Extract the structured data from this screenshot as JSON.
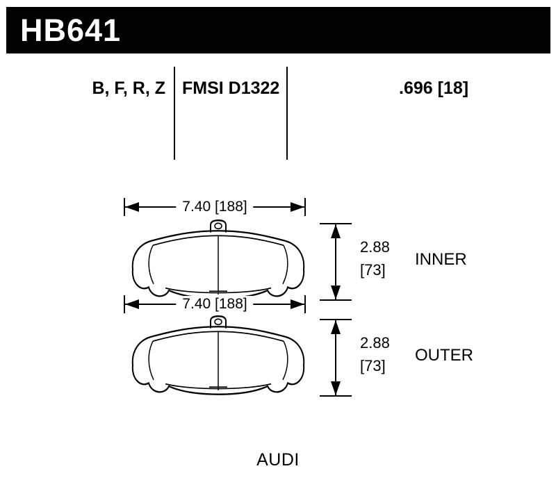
{
  "banner": {
    "part_number": "HB641"
  },
  "spec_row": {
    "compounds": "B, F, R, Z",
    "fmsi": "FMSI D1322",
    "thickness": ".696 [18]"
  },
  "pads": [
    {
      "width": "7.40 [188]",
      "height_in": "2.88",
      "height_mm": "[73]",
      "label": "INNER"
    },
    {
      "width": "7.40 [188]",
      "height_in": "2.88",
      "height_mm": "[73]",
      "label": "OUTER"
    }
  ],
  "footer": {
    "make": "AUDI"
  },
  "colors": {
    "banner_bg": "#000000",
    "banner_text": "#ffffff",
    "line_color": "#000000",
    "background": "#ffffff"
  }
}
